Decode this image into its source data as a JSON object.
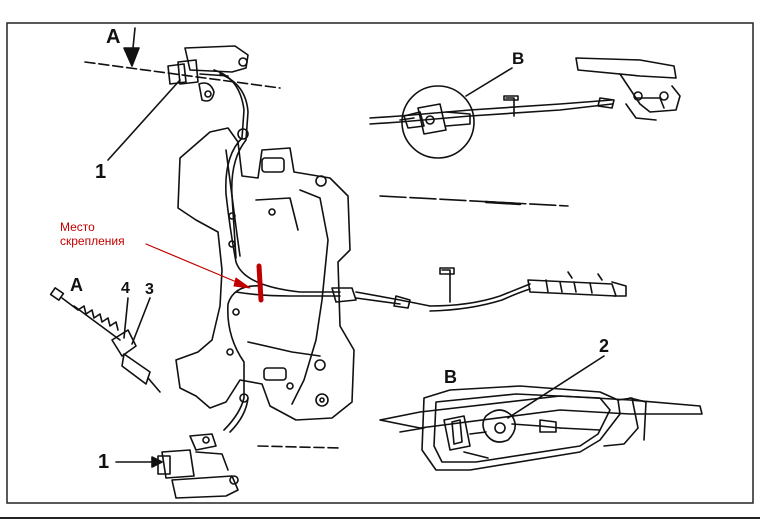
{
  "labels": {
    "a_top": "A",
    "one_top": "1",
    "a_left": "A",
    "four": "4",
    "three": "3",
    "one_bottom": "1",
    "b_top": "B",
    "b_bottom": "B",
    "two": "2"
  },
  "annotation": {
    "line1": "Место",
    "line2": "скрепления",
    "color": "#c00000"
  }
}
